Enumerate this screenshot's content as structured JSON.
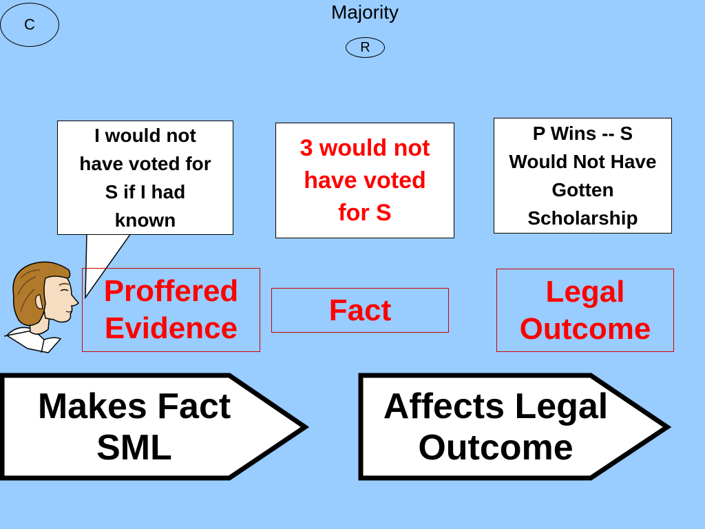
{
  "header": {
    "title": "Majority",
    "left_oval": "C",
    "sub_oval": "R"
  },
  "notes": {
    "speech": "I would not have voted for S if I had known",
    "middle": "3 would not have voted for S",
    "right": "P Wins -- S Would Not Have Gotten Scholarship"
  },
  "labels": {
    "proffered": "Proffered Evidence",
    "fact": "Fact",
    "legal": "Legal Outcome"
  },
  "arrows": {
    "left": "Makes Fact SML",
    "right": "Affects Legal Outcome"
  },
  "icons": {
    "speaker": "juror-head-icon"
  },
  "colors": {
    "background": "#99ccff",
    "accent_red": "#ff0000",
    "box_fill": "#ffffff"
  }
}
